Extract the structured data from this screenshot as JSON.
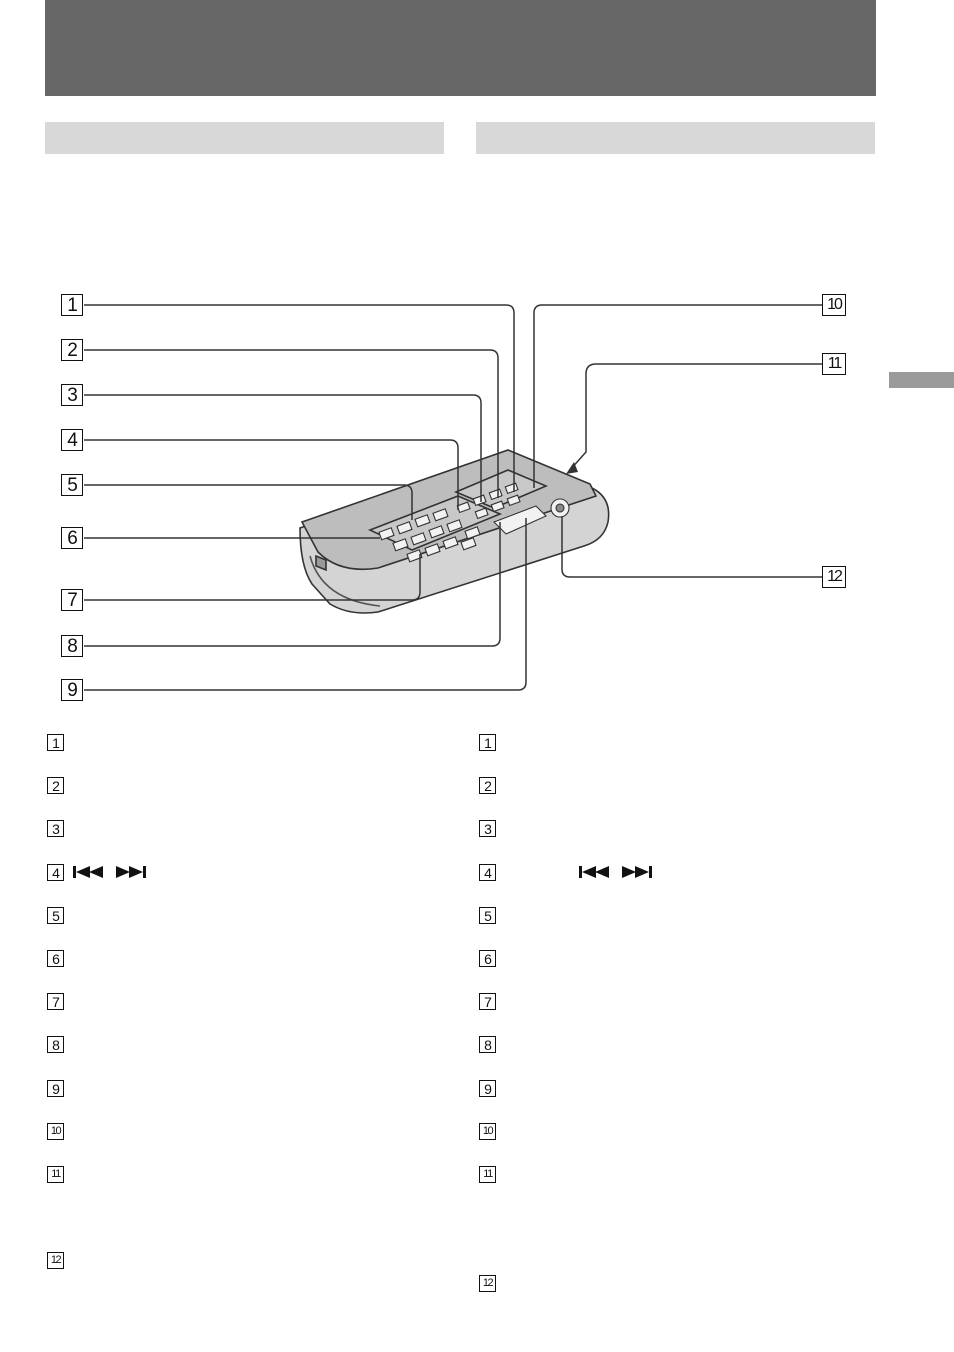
{
  "figure": {
    "callouts": [
      "1",
      "2",
      "3",
      "4",
      "5",
      "6",
      "7",
      "8",
      "9",
      "10",
      "11",
      "12"
    ]
  },
  "legend": {
    "left": [
      "1",
      "2",
      "3",
      "4",
      "5",
      "6",
      "7",
      "8",
      "9",
      "10",
      "11",
      "12"
    ],
    "right": [
      "1",
      "2",
      "3",
      "4",
      "5",
      "6",
      "7",
      "8",
      "9",
      "10",
      "11",
      "12"
    ]
  },
  "icons": {
    "skip_back": "skip-back-icon",
    "skip_forward": "skip-forward-icon"
  },
  "colors": {
    "header_band": "#676767",
    "sub_band": "#d8d8d8",
    "side_tab": "#9a9a9a"
  }
}
